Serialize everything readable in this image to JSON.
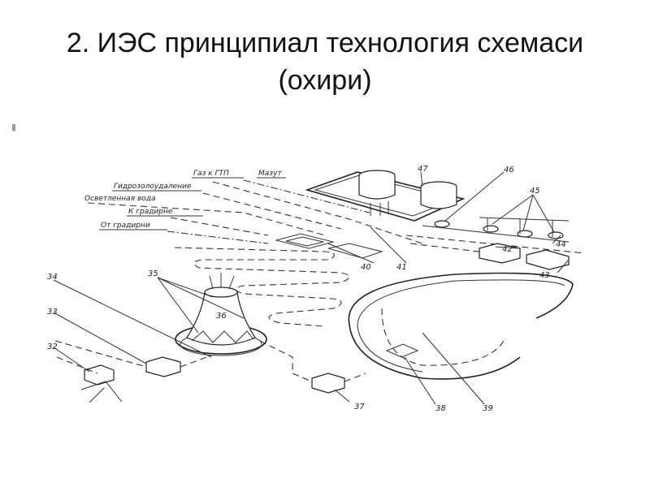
{
  "slide": {
    "title_line1": "2. ИЭС  принципиал технология схемаси",
    "title_line2": "(охири)"
  },
  "diagram": {
    "pipe_labels": {
      "gas": "Газ к ГТП",
      "fuel_oil": "Мазут",
      "ash_removal": "Гидрозолоудаление",
      "ash_water": "Осветленная вода",
      "to_tower": "К градирне",
      "from_tower": "От градирни"
    },
    "callouts": [
      "32",
      "33",
      "34",
      "35",
      "36",
      "37",
      "38",
      "39",
      "40",
      "41",
      "42",
      "43",
      "44",
      "45",
      "46",
      "47"
    ]
  }
}
